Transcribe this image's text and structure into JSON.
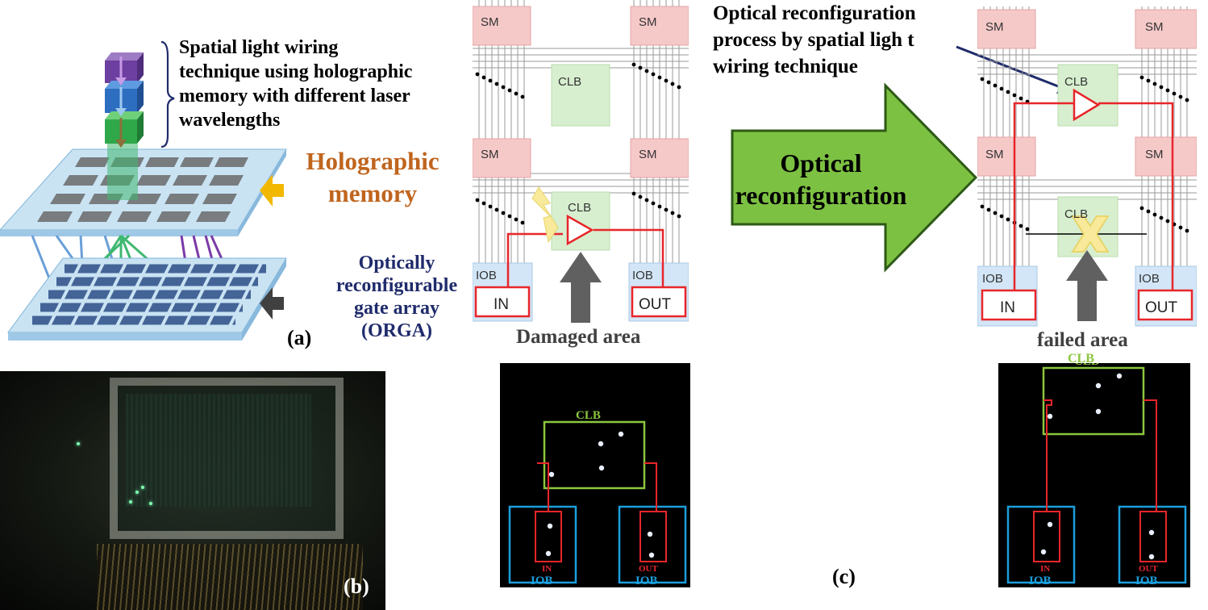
{
  "panel_a": {
    "wiring_text_lines": [
      "Spatial light wiring",
      "technique using holographic",
      "memory with different laser",
      "wavelengths"
    ],
    "holo_lines": [
      "Holographic",
      "memory"
    ],
    "orga_lines": [
      "Optically",
      "reconfigurable",
      "gate array",
      "(ORGA)"
    ],
    "tag": "(a)"
  },
  "panel_b": {
    "tag": "(b)"
  },
  "panel_c": {
    "tag": "(c)",
    "left_circuit": {
      "sm": [
        "SM",
        "SM",
        "SM",
        "SM"
      ],
      "clb": [
        "CLB",
        "CLB"
      ],
      "iob": [
        "IOB",
        "IOB"
      ],
      "in_label": "IN",
      "out_label": "OUT",
      "caption": "Damaged area"
    },
    "arrow_lines": [
      "Optical",
      "reconfiguration"
    ],
    "process_lines": [
      "Optical reconfiguration",
      "process by spatial ligh t",
      "wiring technique"
    ],
    "right_circuit": {
      "sm": [
        "SM",
        "SM",
        "SM",
        "SM"
      ],
      "clb": [
        "CLB",
        "CLB"
      ],
      "iob": [
        "IOB",
        "IOB"
      ],
      "in_label": "IN",
      "out_label": "OUT",
      "caption": "failed area"
    },
    "left_map": {
      "clb": "CLB",
      "iob_left": "IOB",
      "iob_right": "IOB",
      "in": "IN",
      "out": "OUT"
    },
    "right_map": {
      "clb": "CLB",
      "iob_left": "IOB",
      "iob_right": "IOB",
      "in": "IN",
      "out": "OUT"
    }
  },
  "colors": {
    "holo_orange": "#c0651e",
    "navy": "#1f2b6b",
    "grey_text": "#404040",
    "arrow_green": "#7dc142",
    "sm_fill": "#f6c9c9",
    "clb_fill": "#d7efcf",
    "iob_fill": "#d3e6f7",
    "wire_red": "#e8262a",
    "map_green": "#8cc63f",
    "map_blue": "#1b9fdc"
  }
}
